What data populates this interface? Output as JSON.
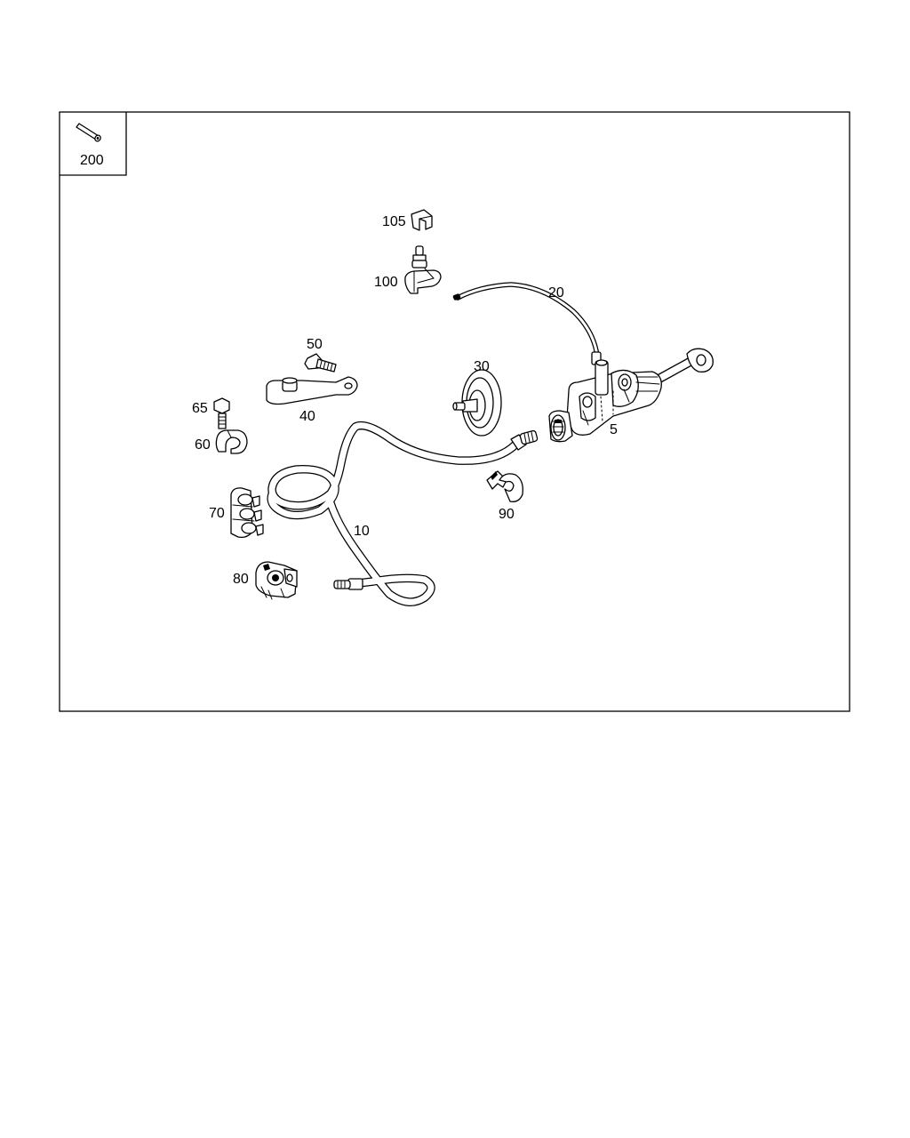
{
  "diagram": {
    "callouts": {
      "p200": "200",
      "p105": "105",
      "p100": "100",
      "p20": "20",
      "p50": "50",
      "p30": "30",
      "p65": "65",
      "p40": "40",
      "p5": "5",
      "p60": "60",
      "p90": "90",
      "p70": "70",
      "p10": "10",
      "p80": "80"
    }
  }
}
